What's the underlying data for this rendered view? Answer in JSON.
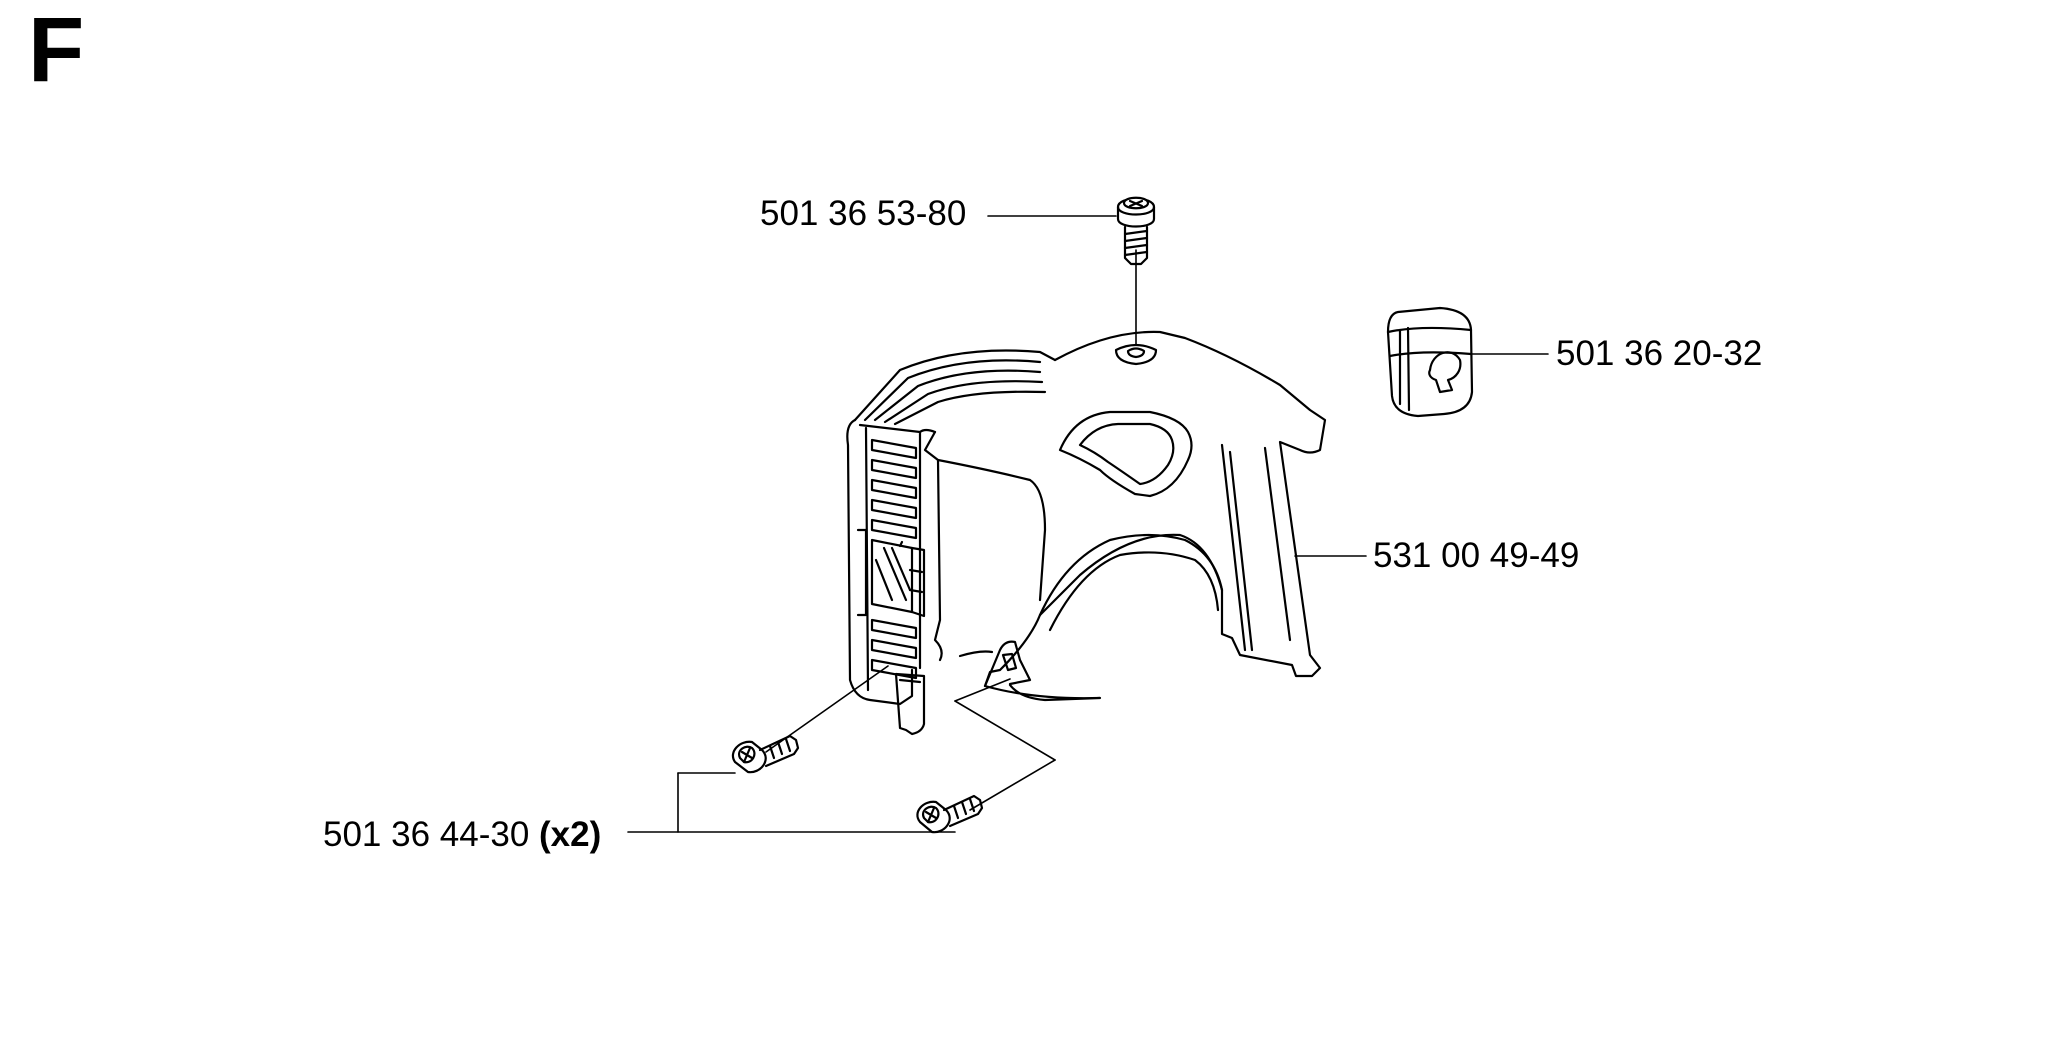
{
  "diagram": {
    "section_letter": "F",
    "parts": [
      {
        "part_number": "501 36 53-80",
        "quantity": ""
      },
      {
        "part_number": "501 36 20-32",
        "quantity": ""
      },
      {
        "part_number": "531 00 49-49",
        "quantity": ""
      },
      {
        "part_number": "501 36 44-30",
        "quantity": "(x2)"
      }
    ]
  },
  "colors": {
    "line": "#000000",
    "background": "#ffffff"
  },
  "icons": [
    "screw-icon",
    "grommet-icon",
    "cylinder-cover-icon"
  ]
}
